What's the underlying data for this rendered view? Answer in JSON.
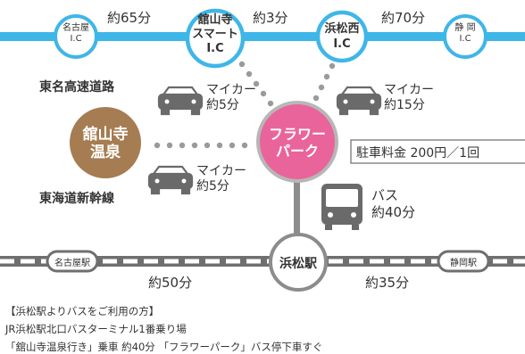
{
  "expressway": {
    "name": "東名高速道路",
    "color": "#3fb6e8",
    "stations": [
      {
        "id": "nagoya_ic",
        "label_line1": "名古屋",
        "label_line2": "I.C"
      },
      {
        "id": "kanzanji_ic",
        "label_line1": "舘山寺",
        "label_line2": "スマート",
        "label_line3": "I.C"
      },
      {
        "id": "hamamatsunishi_ic",
        "label_line1": "浜松西",
        "label_line2": "I.C"
      },
      {
        "id": "shizuoka_ic",
        "label_line1": "静 岡",
        "label_line2": "I.C"
      }
    ],
    "segments": [
      {
        "text": "約65分"
      },
      {
        "text": "約3分"
      },
      {
        "text": "約70分"
      }
    ]
  },
  "shinkansen": {
    "name": "東海道新幹線",
    "color": "#777777",
    "stations": [
      {
        "id": "nagoya_st",
        "label": "名古屋駅"
      },
      {
        "id": "hamamatsu_st",
        "label": "浜松駅"
      },
      {
        "id": "shizuoka_st",
        "label": "静岡駅"
      }
    ],
    "segments": [
      {
        "text": "約50分"
      },
      {
        "text": "約35分"
      }
    ]
  },
  "flower_park": {
    "label_line1": "フラワー",
    "label_line2": "パーク",
    "color": "#e9649a"
  },
  "onsen": {
    "label_line1": "舘山寺",
    "label_line2": "温泉",
    "color": "#a67c52"
  },
  "parking": {
    "text": "駐車料金 200円／1回"
  },
  "routes": {
    "car_from_kanzanji": {
      "line1": "マイカー",
      "line2": "約5分"
    },
    "car_from_hamamatsunishi": {
      "line1": "マイカー",
      "line2": "約15分"
    },
    "car_from_onsen": {
      "line1": "マイカー",
      "line2": "約5分"
    },
    "bus_from_hamamatsu": {
      "line1": "バス",
      "line2": "約40分"
    }
  },
  "notes": {
    "heading": "【浜松駅よりバスをご利用の方】",
    "line1": "JR浜松駅北口バスターミナル1番乗り場",
    "line2": "「舘山寺温泉行き」乗車 約40分 「フラワーパーク」バス停下車すぐ"
  }
}
